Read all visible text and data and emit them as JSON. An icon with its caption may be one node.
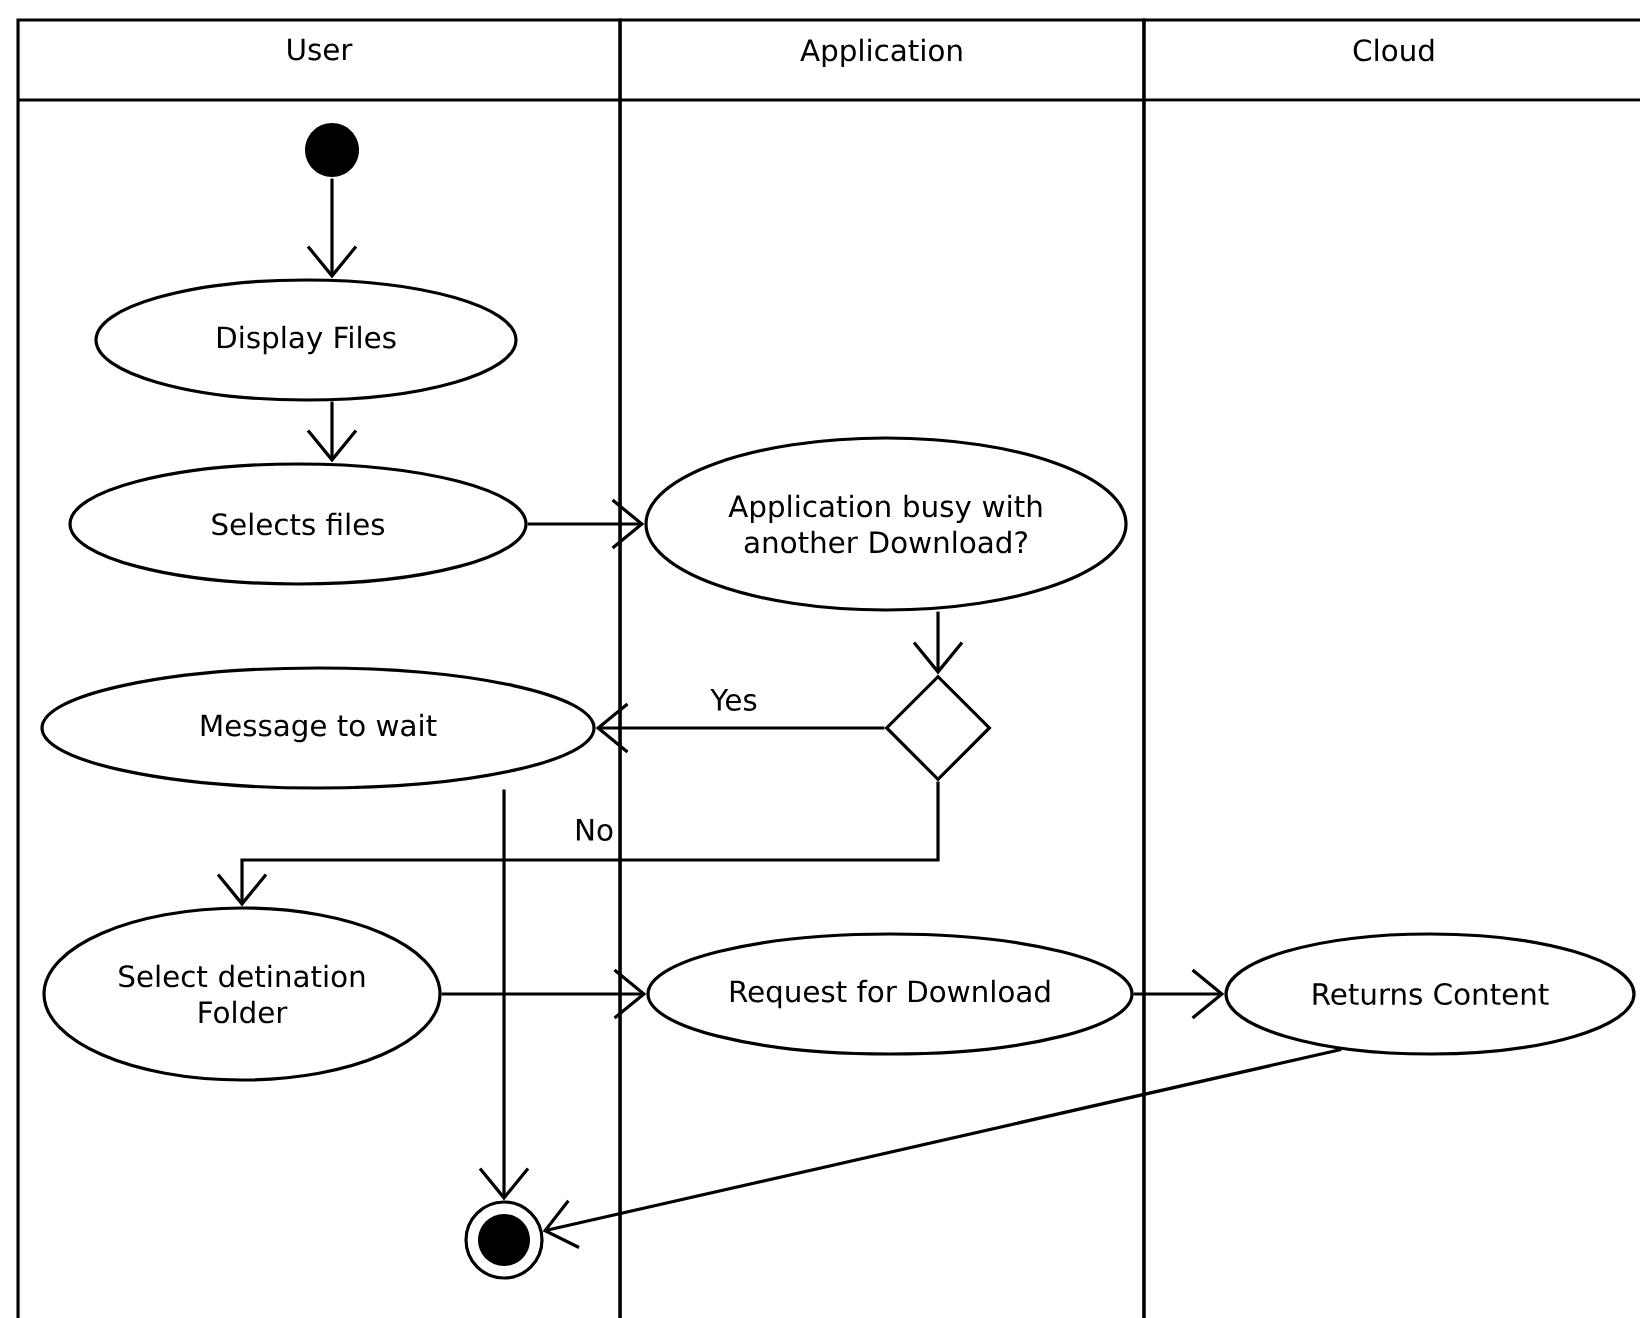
{
  "diagram": {
    "nodes": [
      {
        "text": [
          "User"
        ]
      },
      {
        "text": [
          "Application"
        ]
      },
      {
        "text": [
          "Cloud"
        ]
      },
      {
        "text": [],
        "shape": "circle",
        "in": 0
      },
      {
        "text": [
          "Display Files"
        ],
        "in": 0
      },
      {
        "text": [
          "Selects files"
        ],
        "in": 0
      },
      {
        "text": [
          "Application busy with another Download?"
        ],
        "in": 1
      },
      {
        "text": [],
        "shape": "diamond",
        "in": 1
      },
      {
        "text": [
          "Message to wait"
        ],
        "in": 0
      },
      {
        "text": [
          "Select detination Folder"
        ],
        "in": 0
      },
      {
        "text": [
          "Request for Download"
        ],
        "in": 1
      },
      {
        "text": [
          "Returns Content"
        ],
        "in": 2
      },
      {
        "text": [],
        "shape": "circle",
        "in": 0
      }
    ],
    "edges": [
      {
        "from": 3,
        "to": 4,
        "arrow": "to"
      },
      {
        "from": 4,
        "to": 5,
        "arrow": "to"
      },
      {
        "from": 5,
        "to": 6,
        "arrow": "to"
      },
      {
        "from": 6,
        "to": 7,
        "arrow": "to"
      },
      {
        "from": 7,
        "to": 8,
        "arrow": "to",
        "label": "Yes"
      },
      {
        "from": 7,
        "to": 9,
        "arrow": "to",
        "label": "No"
      },
      {
        "from": 9,
        "to": 10,
        "arrow": "to"
      },
      {
        "from": 10,
        "to": 11,
        "arrow": "to"
      },
      {
        "from": 8,
        "to": 12,
        "arrow": "to"
      },
      {
        "from": 11,
        "to": 12,
        "arrow": "to"
      }
    ]
  }
}
